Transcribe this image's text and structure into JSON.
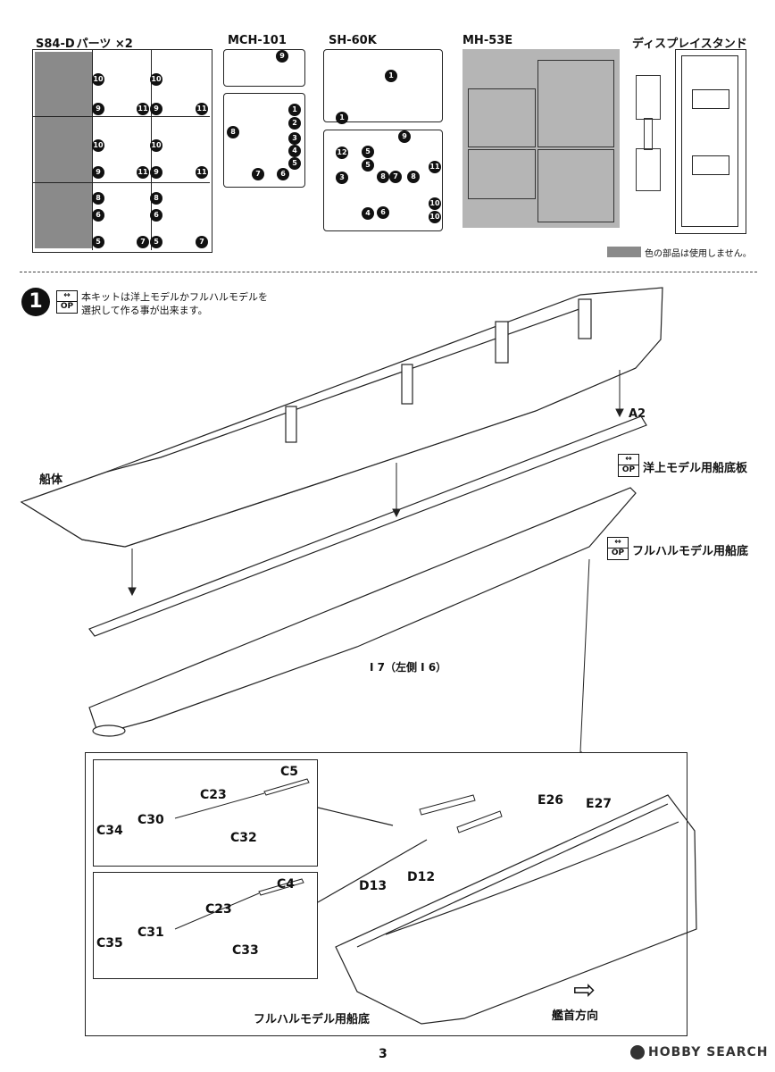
{
  "header": {
    "s84_title": "S84-D",
    "s84_suffix": "パーツ ×2",
    "mch_title": "MCH-101",
    "sh_title": "SH-60K",
    "mh_title": "MH-53E",
    "stand_title": "ディスプレイスタンド",
    "legend_text": "色の部品は使用しません。"
  },
  "colors": {
    "gray_parts": "#8a8a8a",
    "mh_sprue": "#b5b5b5",
    "ink": "#111111"
  },
  "step1": {
    "number": "1",
    "op_top": "↔",
    "op_label": "OP",
    "instruction_line1": "本キットは洋上モデルかフルハルモデルを",
    "instruction_line2": "選択して作る事が出来ます。",
    "hull_label": "船体",
    "a2_label": "A2",
    "waterline_label": "洋上モデル用船底板",
    "fullhull_label": "フルハルモデル用船底",
    "i7_label": "I 7（左側 I 6）"
  },
  "detail": {
    "parts": [
      "C5",
      "C23",
      "C30",
      "C34",
      "C32",
      "C4",
      "C23",
      "C31",
      "C35",
      "C33",
      "E26",
      "E27",
      "D13",
      "D12"
    ],
    "bottom_label": "フルハルモデル用船底",
    "bow_label": "艦首方向"
  },
  "sprue_numbers": {
    "s84": [
      "10",
      "9",
      "11",
      "10",
      "9",
      "11",
      "8",
      "6",
      "5",
      "7",
      "10",
      "9",
      "11",
      "10",
      "9",
      "11",
      "8",
      "6",
      "5",
      "7"
    ],
    "mch": [
      "9",
      "1",
      "2",
      "3",
      "4",
      "5",
      "6",
      "7",
      "8"
    ],
    "sh": [
      "1",
      "1",
      "9",
      "5",
      "11",
      "5",
      "8",
      "8",
      "7",
      "12",
      "6",
      "3",
      "4",
      "10",
      "10"
    ]
  },
  "footer": {
    "page_number": "3",
    "watermark": "HOBBY SEARCH"
  }
}
